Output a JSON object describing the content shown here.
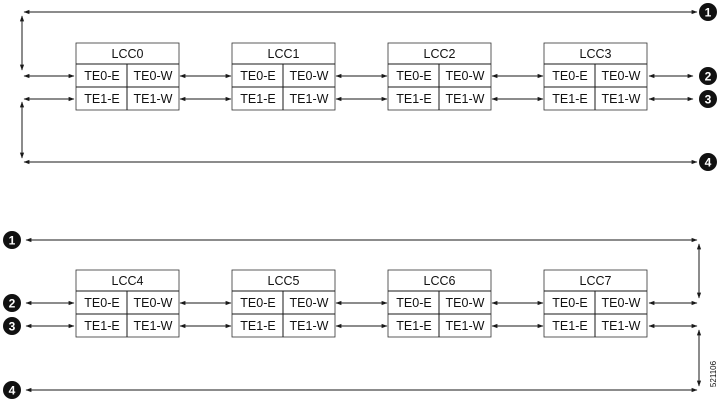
{
  "diagram": {
    "figure_id": "521106",
    "port_labels": {
      "te0_e": "TE0-E",
      "te0_w": "TE0-W",
      "te1_e": "TE1-E",
      "te1_w": "TE1-W"
    },
    "groups": [
      {
        "chassis": [
          "LCC0",
          "LCC1",
          "LCC2",
          "LCC3"
        ]
      },
      {
        "chassis": [
          "LCC4",
          "LCC5",
          "LCC6",
          "LCC7"
        ]
      }
    ],
    "callouts": [
      "1",
      "2",
      "3",
      "4"
    ]
  }
}
